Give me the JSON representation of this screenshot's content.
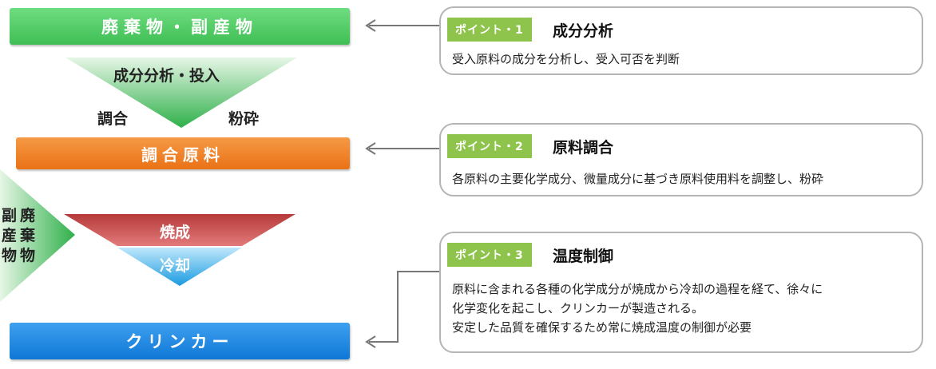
{
  "flow": {
    "step1": "廃棄物・副産物",
    "step2": "調合原料",
    "step3": "クリンカー",
    "funnel_label": "成分分析・投入",
    "left_label": "調合",
    "right_label": "粉砕",
    "side_label_col1": "副産物",
    "side_label_col2": "廃棄物",
    "burn_label": "焼成",
    "cool_label": "冷却"
  },
  "points": [
    {
      "badge": "ポイント・1",
      "title": "成分分析",
      "desc": [
        "受入原料の成分を分析し、受入可否を判断"
      ]
    },
    {
      "badge": "ポイント・2",
      "title": "原料調合",
      "desc": [
        "各原料の主要化学成分、微量成分に基づき原料使用料を調整し、粉砕"
      ]
    },
    {
      "badge": "ポイント・3",
      "title": "温度制御",
      "desc": [
        "原料に含まれる各種の化学成分が焼成から冷却の過程を経て、徐々に",
        "化学変化を起こし、クリンカーが製造される。",
        "安定した品質を確保するため常に焼成温度の制御が必要"
      ]
    }
  ],
  "colors": {
    "green": "#3fbf55",
    "orange": "#ea7216",
    "blue": "#0f78d6",
    "red": "#c64545",
    "badge": "#8fc44c"
  }
}
